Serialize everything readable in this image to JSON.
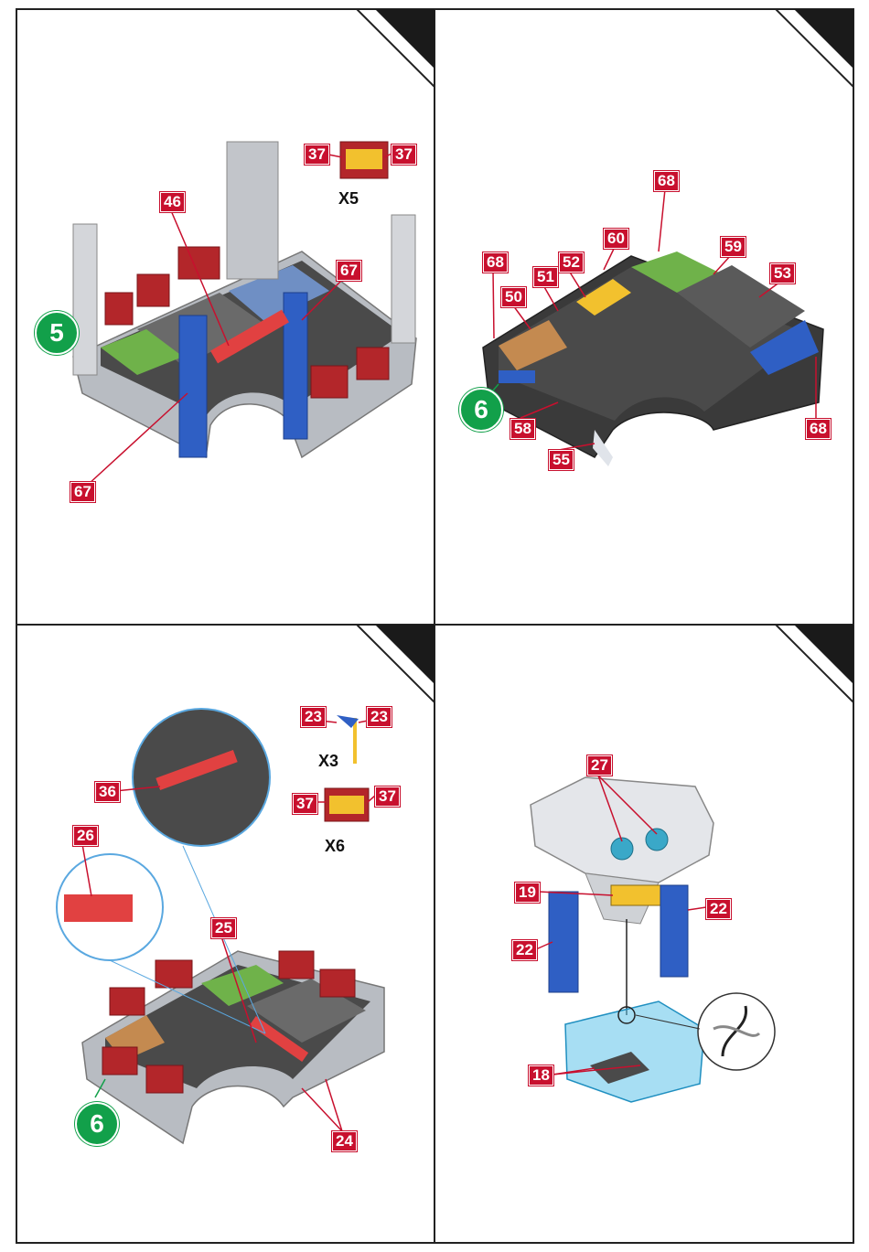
{
  "colors": {
    "callout_red": "#c8102e",
    "step_green": "#12a04a",
    "track_gray": "#4a4a4a",
    "wall_gray": "#b8bcc2",
    "barrier_red": "#b3262a",
    "pillar_blue": "#2f5fc4",
    "grass_green": "#6fb24a",
    "tank_blue": "#5fc3ea"
  },
  "panels": [
    {
      "step": "5",
      "quantity": "X5",
      "callouts": [
        "37",
        "37",
        "46",
        "67",
        "67"
      ]
    },
    {
      "step": "6",
      "callouts": [
        "68",
        "60",
        "59",
        "68",
        "52",
        "51",
        "53",
        "50",
        "58",
        "55",
        "68"
      ]
    },
    {
      "step": "6",
      "quantities": [
        "X3",
        "X6"
      ],
      "callouts": [
        "23",
        "23",
        "37",
        "37",
        "36",
        "26",
        "25",
        "24"
      ]
    },
    {
      "callouts": [
        "27",
        "19",
        "22",
        "22",
        "18"
      ]
    }
  ]
}
